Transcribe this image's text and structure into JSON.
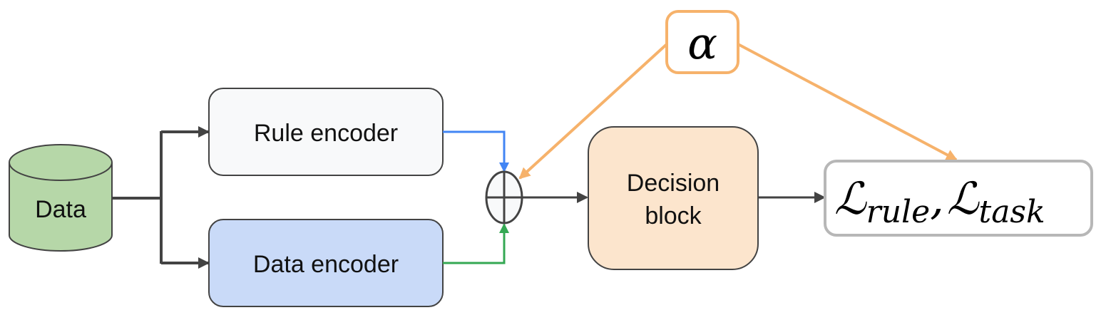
{
  "diagram": {
    "nodes": {
      "data": {
        "label": "Data",
        "fill": "#b6d7a8"
      },
      "rule_encoder": {
        "label": "Rule encoder",
        "fill": "#f8f9fa"
      },
      "data_encoder": {
        "label": "Data encoder",
        "fill": "#c9daf8"
      },
      "combiner": {
        "symbol": "⊕",
        "fill": "#f8f9fa"
      },
      "decision_block": {
        "line1": "Decision",
        "line2": "block",
        "fill": "#fce5cd"
      },
      "alpha": {
        "symbol": "α",
        "stroke": "#f6b26b"
      },
      "loss": {
        "L1": "ℒ",
        "sub1": "rule",
        "sep": ",",
        "L2": "ℒ",
        "sub2": "task",
        "stroke": "#b7b7b7"
      }
    },
    "colors": {
      "rule_path": "#4285f4",
      "data_path": "#34a853",
      "alpha_path": "#f6b26b",
      "main_path": "#434343"
    }
  }
}
